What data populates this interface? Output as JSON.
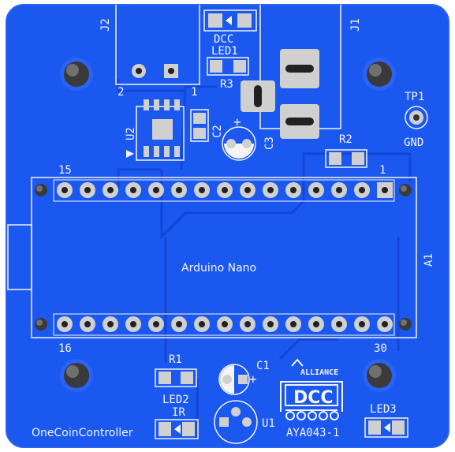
{
  "board": {
    "name": "OneCoinController",
    "revision": "AYA043-1",
    "logo_brand": "ALLIANCE",
    "logo_text": "DCC",
    "colors": {
      "board": "#1b58f0",
      "copper": "#2f6bff",
      "trace": "#1446d6",
      "silk": "#f4f4f4",
      "pad": "#e6e6e6",
      "edge": "#ffffff"
    }
  },
  "labels": {
    "j2": "J2",
    "j1": "J1",
    "j2_pin2": "2",
    "j2_pin1": "1",
    "led1_line1": "DCC",
    "led1_line2": "LED1",
    "r3": "R3",
    "tp1": "TP1",
    "gnd": "GND",
    "u2": "U2",
    "c2": "C2",
    "c3": "C3",
    "c3_plus": "+",
    "r2": "R2",
    "a1": "A1",
    "arduino": "Arduino Nano",
    "pin15": "15",
    "pin1": "1",
    "pin16": "16",
    "pin30": "30",
    "r1": "R1",
    "c1": "C1",
    "c1_plus": "+",
    "led2_line1": "LED2",
    "led2_line2": "IR",
    "u1": "U1",
    "led3": "LED3"
  },
  "header_pin_count": 15
}
